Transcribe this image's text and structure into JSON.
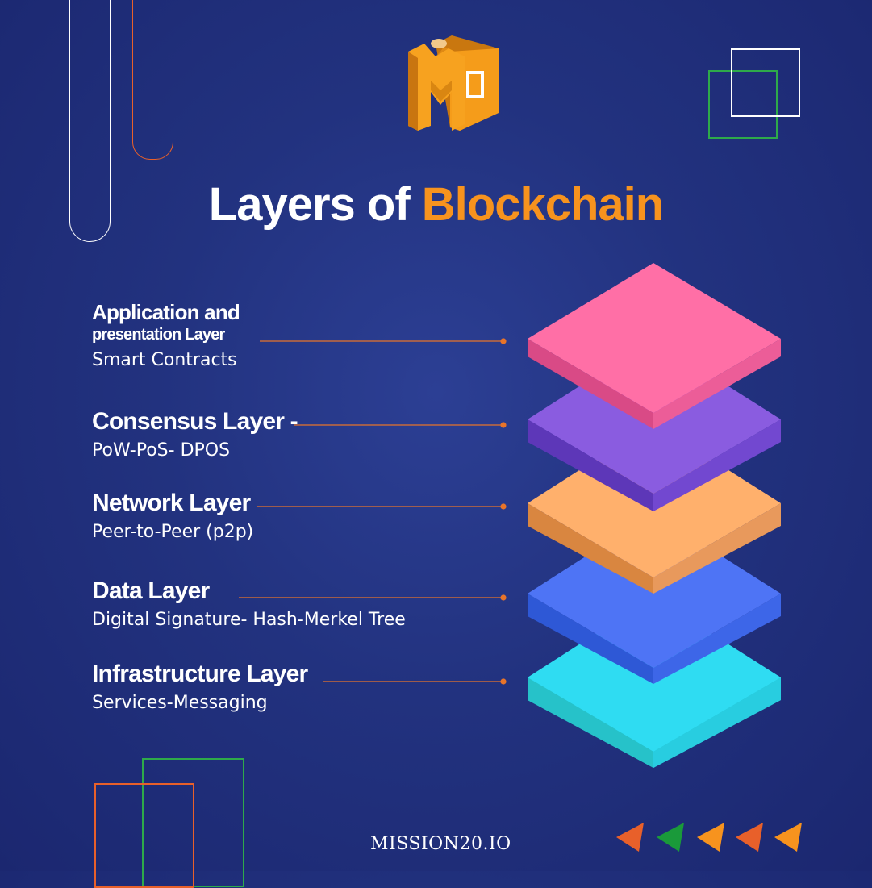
{
  "logo": {
    "name": "mission20-logo-icon"
  },
  "title": {
    "part1": "Layers of ",
    "part2": "Blockchain"
  },
  "colors": {
    "accent_orange": "#f7931e",
    "line_orange": "#e8742a",
    "deco_green": "#2eaa4a",
    "deco_orange": "#e8602a",
    "deco_white": "#ffffff"
  },
  "layers": [
    {
      "title_line1": "Application and",
      "title_line2": "presentation Layer",
      "subtitle": "Smart Contracts",
      "color": "#ff6fa6"
    },
    {
      "title": "Consensus Layer -",
      "subtitle": "PoW-PoS- DPOS",
      "color": "#8a5ce0"
    },
    {
      "title": "Network Layer",
      "subtitle": "Peer-to-Peer (p2p)",
      "color": "#ffb06c"
    },
    {
      "title": "Data Layer",
      "subtitle": "Digital Signature- Hash-Merkel Tree",
      "color": "#4e74f5"
    },
    {
      "title": "Infrastructure Layer",
      "subtitle": "Services-Messaging",
      "color": "#2fdcf2"
    }
  ],
  "footer": {
    "site": "MISSION20.IO"
  },
  "arrows": [
    "arrow-left-icon",
    "arrow-left-icon",
    "arrow-left-icon",
    "arrow-left-icon",
    "arrow-left-icon"
  ]
}
